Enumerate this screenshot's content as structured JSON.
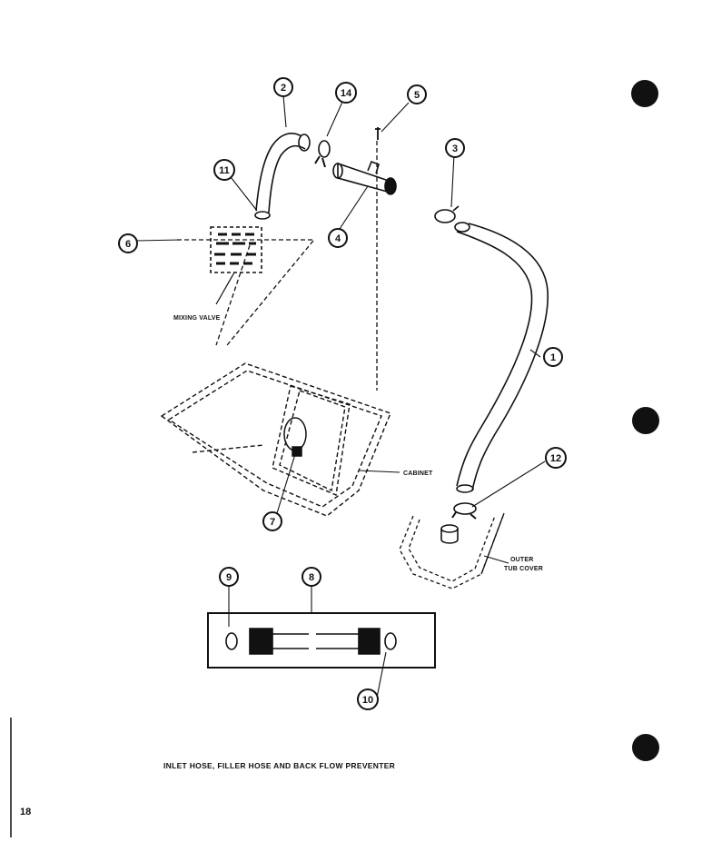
{
  "caption": "INLET HOSE, FILLER HOSE AND BACK FLOW PREVENTER",
  "page_number": "18",
  "part_labels": {
    "mixing_valve": "MIXING VALVE",
    "cabinet": "CABINET",
    "outer_tub_cover_1": "OUTER",
    "outer_tub_cover_2": "TUB COVER"
  },
  "callouts": {
    "c1": "1",
    "c2": "2",
    "c3": "3",
    "c4": "4",
    "c5": "5",
    "c6": "6",
    "c7": "7",
    "c8": "8",
    "c9": "9",
    "c10": "10",
    "c11": "11",
    "c12": "12",
    "c14": "14"
  }
}
